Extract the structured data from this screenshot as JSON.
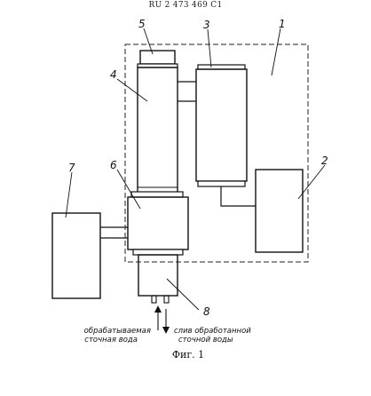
{
  "header": {
    "patent_number": "RU 2 473 469 C1"
  },
  "labels": {
    "l1": "1",
    "l2": "2",
    "l3": "3",
    "l4": "4",
    "l5": "5",
    "l6": "6",
    "l7": "7",
    "l8": "8"
  },
  "flows": {
    "inlet_line1": "обрабатываемая",
    "inlet_line2": "сточная вода",
    "outlet_line1": "слив обработанной",
    "outlet_line2": "сточной воды"
  },
  "caption": "Фиг. 1"
}
